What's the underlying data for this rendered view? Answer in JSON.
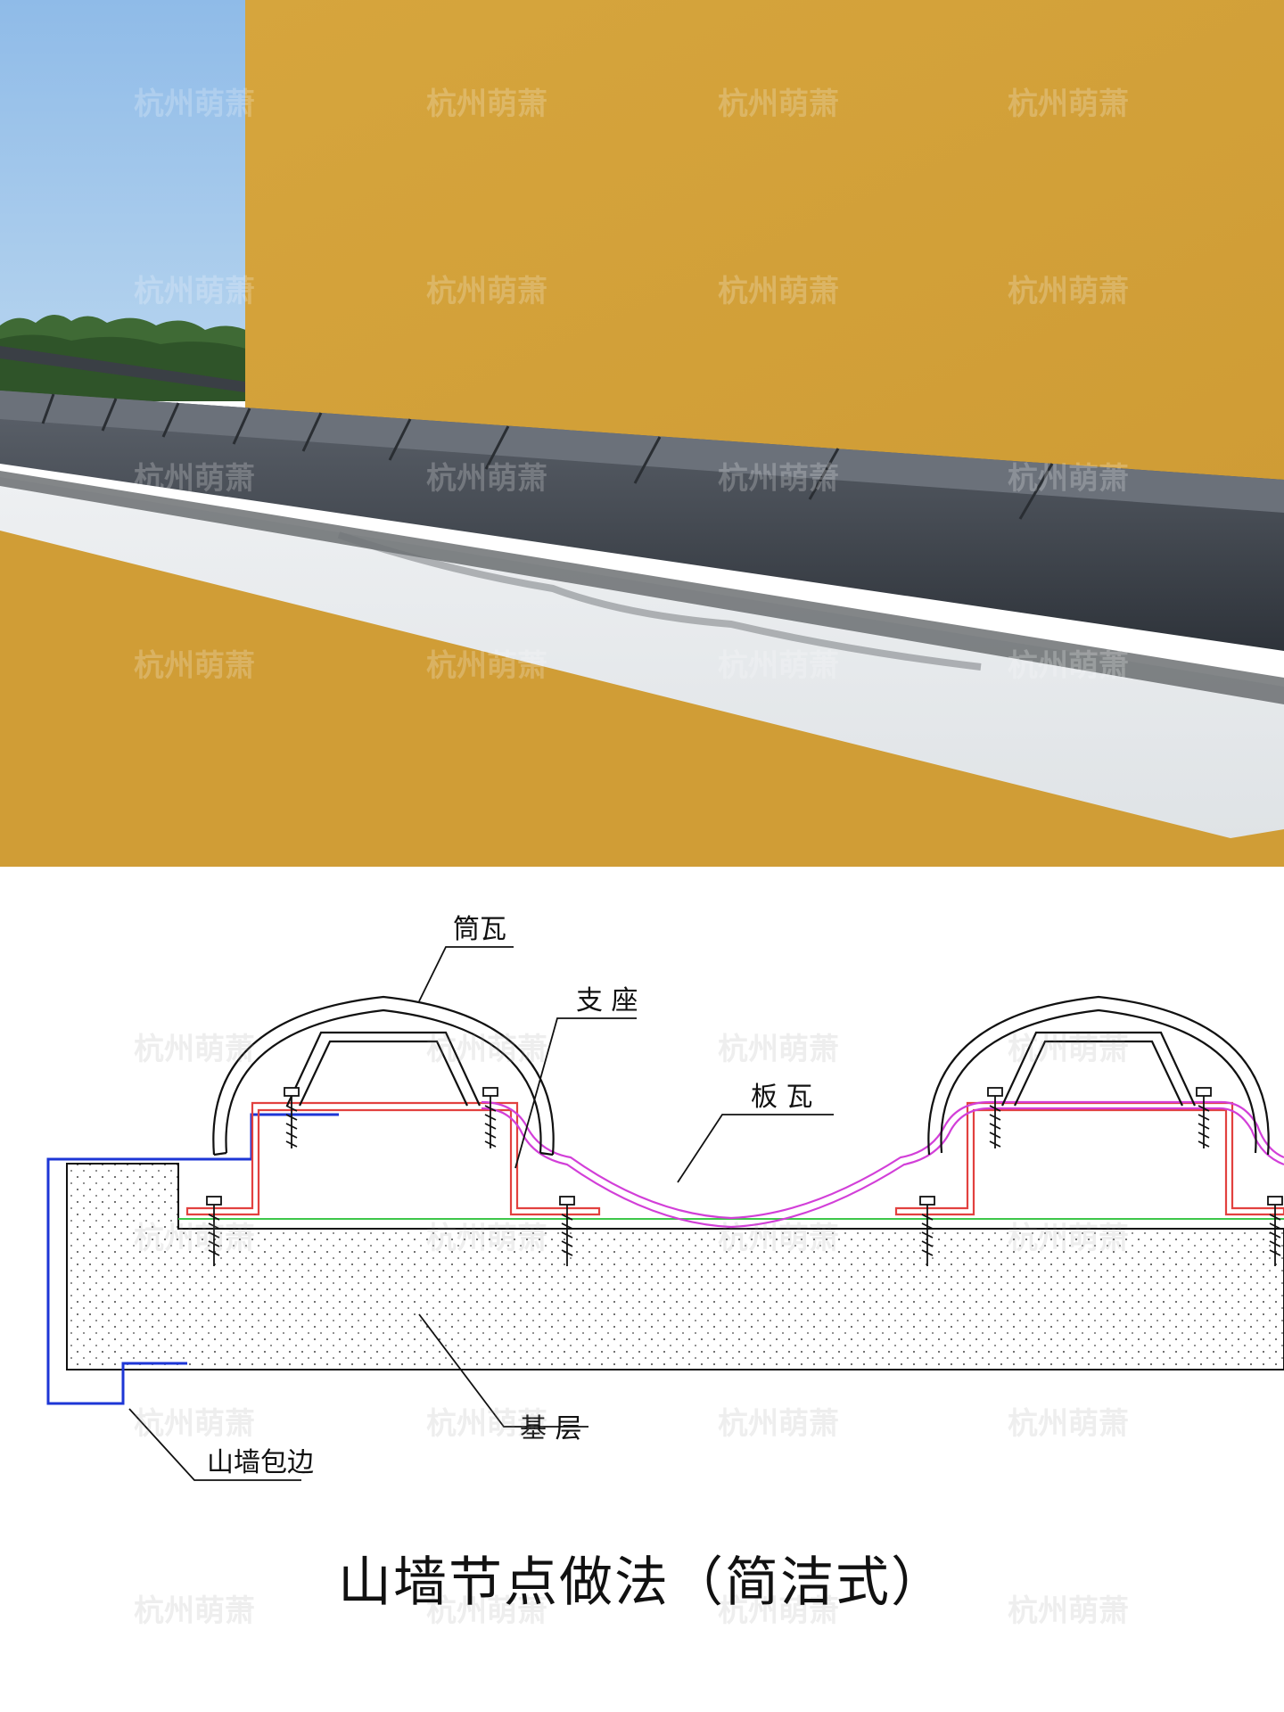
{
  "watermark": "杭州萌萧",
  "diagram": {
    "labels": {
      "tube_tile": "筒瓦",
      "support": "支 座",
      "plate_tile": "板 瓦",
      "gable_edging": "山墙包边",
      "base_layer": "基 层"
    }
  },
  "title": "山墙节点做法（简洁式）",
  "colors": {
    "wall": "#d7a73e",
    "sky": "#9cc3ea",
    "coping": "#3b4048",
    "support_line": "#e2413f",
    "plate_tile_line": "#d23fd8",
    "edging_line": "#1d36d6",
    "membrane_line": "#3ec74a"
  }
}
